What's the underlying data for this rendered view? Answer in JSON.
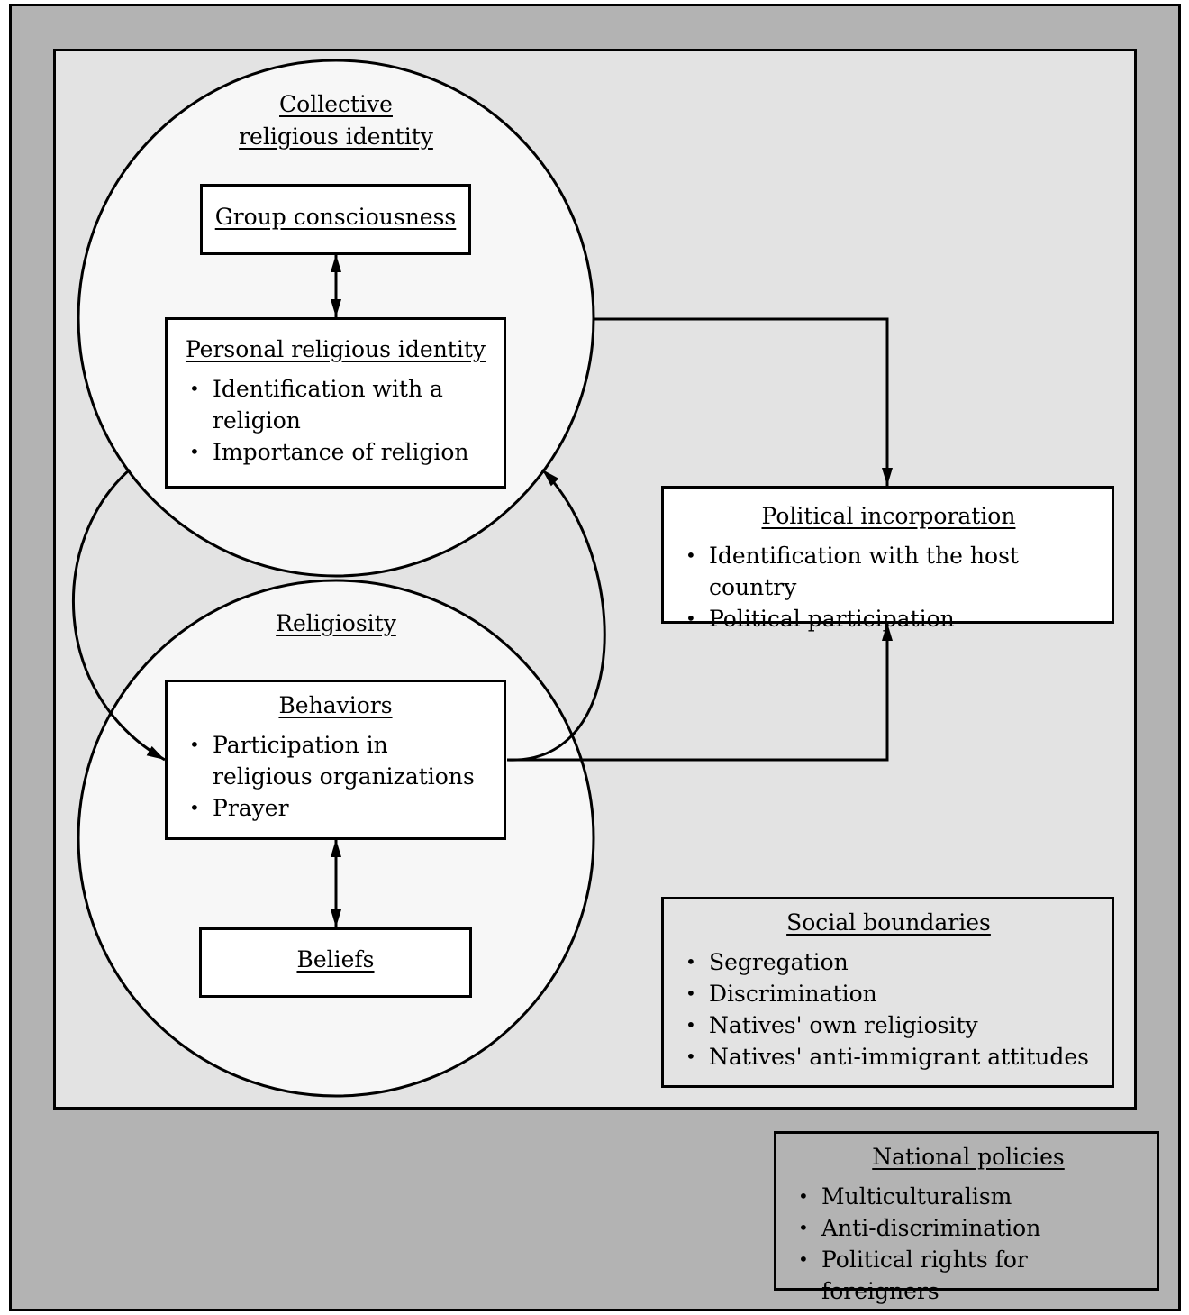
{
  "collective": {
    "title_line1": "Collective",
    "title_line2": "religious identity"
  },
  "group_consciousness": {
    "title": "Group consciousness"
  },
  "personal_identity": {
    "title": "Personal religious identity",
    "items": [
      "Identification with a religion",
      "Importance of religion"
    ]
  },
  "religiosity": {
    "title": "Religiosity"
  },
  "behaviors": {
    "title": "Behaviors",
    "items": [
      "Participation in religious organizations",
      "Prayer"
    ]
  },
  "beliefs": {
    "title": "Beliefs"
  },
  "political_incorporation": {
    "title": "Political incorporation",
    "items": [
      "Identification with the host country",
      "Political participation"
    ]
  },
  "social_boundaries": {
    "title": "Social boundaries",
    "items": [
      "Segregation",
      "Discrimination",
      "Natives' own religiosity",
      "Natives' anti-immigrant attitudes"
    ]
  },
  "national_policies": {
    "title": "National policies",
    "items": [
      "Multiculturalism",
      "Anti-discrimination",
      "Political rights for foreigners"
    ]
  },
  "colors": {
    "outer": "#b3b3b3",
    "inner": "#e3e3e3",
    "circle": "#f7f7f7",
    "box": "#ffffff",
    "stroke": "#000000"
  }
}
